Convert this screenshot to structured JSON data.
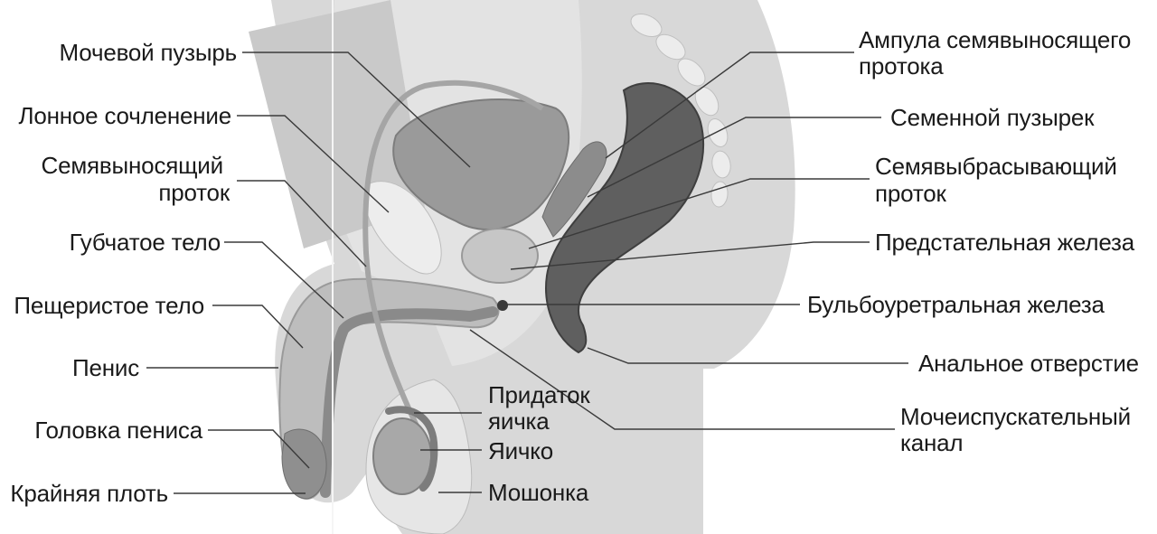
{
  "labels_left": [
    {
      "id": "bladder",
      "lines": [
        "Мочевой пузырь"
      ]
    },
    {
      "id": "pubic-symphysis",
      "lines": [
        "Лонное сочленение"
      ]
    },
    {
      "id": "vas-deferens",
      "lines": [
        "Семявыносящий",
        "проток"
      ]
    },
    {
      "id": "spongy-body",
      "lines": [
        "Губчатое тело"
      ]
    },
    {
      "id": "cavernous-body",
      "lines": [
        "Пещеристое тело"
      ]
    },
    {
      "id": "penis",
      "lines": [
        "Пенис"
      ]
    },
    {
      "id": "glans",
      "lines": [
        "Головка пениса"
      ]
    },
    {
      "id": "foreskin",
      "lines": [
        "Крайняя плоть"
      ]
    }
  ],
  "labels_center": [
    {
      "id": "epididymis",
      "lines": [
        "Придаток",
        "яичка"
      ]
    },
    {
      "id": "testis",
      "lines": [
        "Яичко"
      ]
    },
    {
      "id": "scrotum",
      "lines": [
        "Мошонка"
      ]
    }
  ],
  "labels_right": [
    {
      "id": "ampulla",
      "lines": [
        "Ампула семявыносящего",
        "протока"
      ]
    },
    {
      "id": "seminal-vesicle",
      "lines": [
        "Семенной пузырек"
      ]
    },
    {
      "id": "ejaculatory-duct",
      "lines": [
        "Семявыбрасывающий",
        "проток"
      ]
    },
    {
      "id": "prostate",
      "lines": [
        "Предстательная железа"
      ]
    },
    {
      "id": "bulbourethral-gland",
      "lines": [
        "Бульбоуретральная железа"
      ]
    },
    {
      "id": "anus",
      "lines": [
        "Анальное отверстие"
      ]
    },
    {
      "id": "urethra",
      "lines": [
        "Мочеиспускательный",
        "канал"
      ]
    }
  ]
}
